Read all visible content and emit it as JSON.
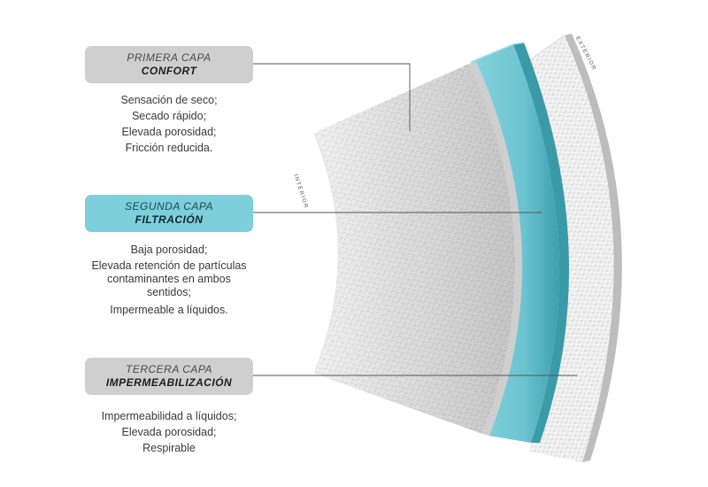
{
  "layers": [
    {
      "subtitle": "PRIMERA CAPA",
      "title": "CONFORT",
      "features": [
        "Sensación de seco;",
        "Secado rápido;",
        "Elevada porosidad;",
        "Fricción reducida."
      ]
    },
    {
      "subtitle": "SEGUNDA CAPA",
      "title": "FILTRACIÓN",
      "features": [
        "Baja porosidad;",
        "Elevada retención de partículas contaminantes en ambos sentidos;",
        "Impermeable a líquidos."
      ]
    },
    {
      "subtitle": "TERCERA CAPA",
      "title": "IMPERMEABILIZACIÓN",
      "features": [
        "Impermeabilidad a líquidos;",
        "Elevada porosidad;",
        "Respirable"
      ]
    }
  ],
  "side_labels": {
    "interior": "INTERIOR",
    "exterior": "EXTERIOR"
  },
  "colors": {
    "box_gray": "#cfcfcf",
    "box_blue": "#7ccfdb",
    "filter_layer": "#6fc7d3",
    "fabric": "#f3f3f3",
    "leader_line": "#555555"
  }
}
